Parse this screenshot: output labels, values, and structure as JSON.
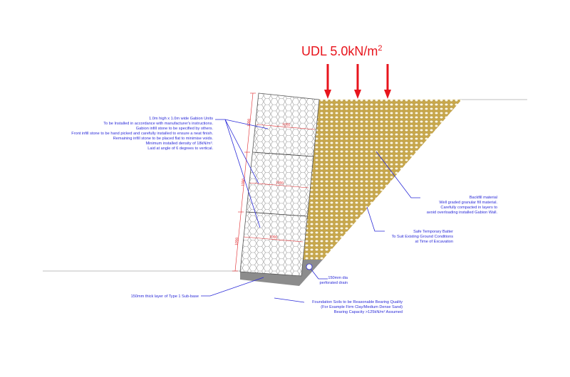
{
  "load": {
    "label": "UDL 5.0kN/m",
    "superscript": "2"
  },
  "notes": {
    "gabion": [
      "1.0m high x 1.0m wide Gabion Units",
      "To be Installed in accordance with manufacturer's instructions.",
      "Gabion infill stone to be specified by others.",
      "Front infill stone to be hand picked and carefully installed to ensure a neat finish.",
      "Remaining infill stone to be placed flat to minimise voids.",
      "Minimum installed density of 18kN/m³.",
      "Laid at angle of 6 degrees to vertical."
    ],
    "backfill": [
      "Backfill material",
      "Well graded granular fill material.",
      "Carefully compacted in layers to",
      "avoid overloading installed Gabion Wall."
    ],
    "batter": [
      "Safe Temporary Batter",
      "To Suit Existing Ground Conditions",
      "at Time of Excavation"
    ],
    "drain": [
      "150mm dia",
      "perforated drain"
    ],
    "subbase": [
      "150mm thick layer of Type 1 Sub-base"
    ],
    "foundation": [
      "Foundation Soils to be Reasonable Bearing Quality",
      "(For Example Firm Clay/Medium Dense Sand)",
      "Bearing Capacity >125kN/m² Assumed"
    ]
  },
  "dimensions": {
    "course_heights": [
      "1000",
      "1000",
      "1000"
    ],
    "course_widths": [
      "1000",
      "1000",
      "1000"
    ]
  },
  "colors": {
    "load": "#e8141c",
    "notes": "#2a2ad8",
    "dims": "#e0262a",
    "backfill": "#c9a84a",
    "subbase": "#8c8c8c"
  }
}
